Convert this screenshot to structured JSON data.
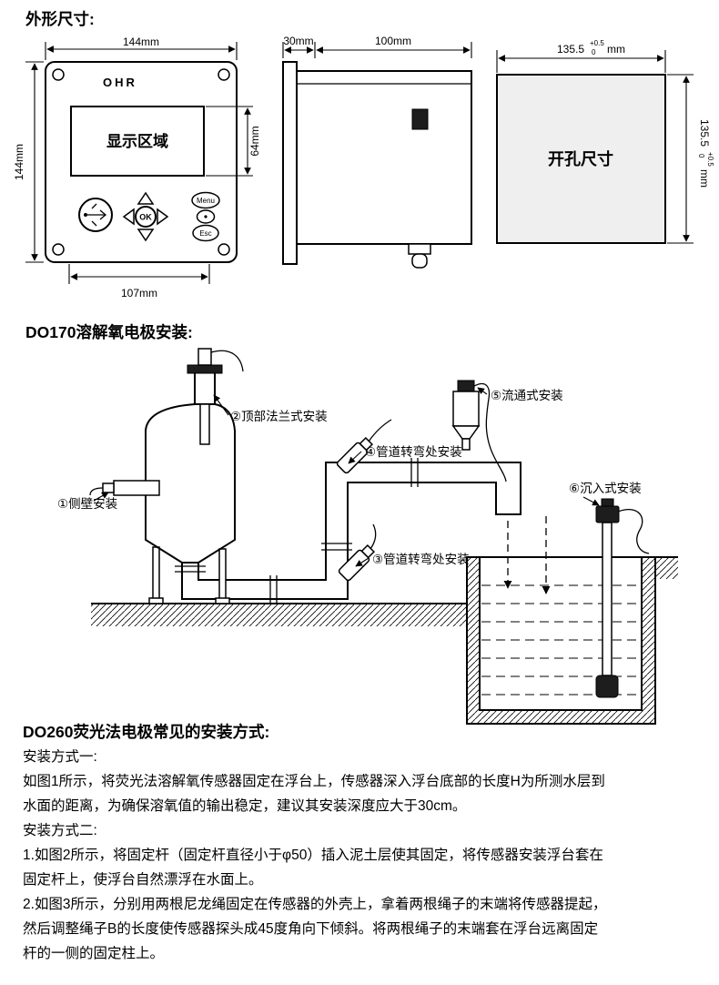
{
  "page": {
    "section_dimensions": {
      "title": "外形尺寸:",
      "front_view": {
        "brand": "OHR",
        "display_label": "显示区域",
        "ok": "OK",
        "menu": "Menu",
        "esc": "Esc",
        "dim_width_top": "144mm",
        "dim_height_left": "144mm",
        "dim_display_height": "64mm",
        "dim_keypad_width": "107mm"
      },
      "side_view": {
        "dim_depth_front": "30mm",
        "dim_depth_body": "100mm"
      },
      "cutout_view": {
        "label": "开孔尺寸",
        "dim_value": "135.5",
        "tol_upper": "+0.5",
        "tol_lower": "0",
        "unit": "mm"
      }
    },
    "section_do170": {
      "title": "DO170溶解氧电极安装:",
      "labels": [
        "①侧壁安装",
        "②顶部法兰式安装",
        "③管道转弯处安装",
        "④管道转弯处安装",
        "⑤流通式安装",
        "⑥沉入式安装"
      ]
    },
    "section_do260": {
      "title": "DO260荧光法电极常见的安装方式:",
      "lines": [
        "安装方式一:",
        "如图1所示，将荧光法溶解氧传感器固定在浮台上，传感器深入浮台底部的长度H为所测水层到",
        "水面的距离，为确保溶氧值的输出稳定，建议其安装深度应大于30cm。",
        "安装方式二:",
        "1.如图2所示，将固定杆（固定杆直径小于φ50）插入泥土层使其固定，将传感器安装浮台套在",
        "固定杆上，使浮台自然漂浮在水面上。",
        "2.如图3所示，分别用两根尼龙绳固定在传感器的外壳上，拿着两根绳子的末端将传感器提起，",
        "然后调整绳子B的长度使传感器探头成45度角向下倾斜。将两根绳子的末端套在浮台远离固定",
        "杆的一侧的固定柱上。"
      ]
    }
  }
}
